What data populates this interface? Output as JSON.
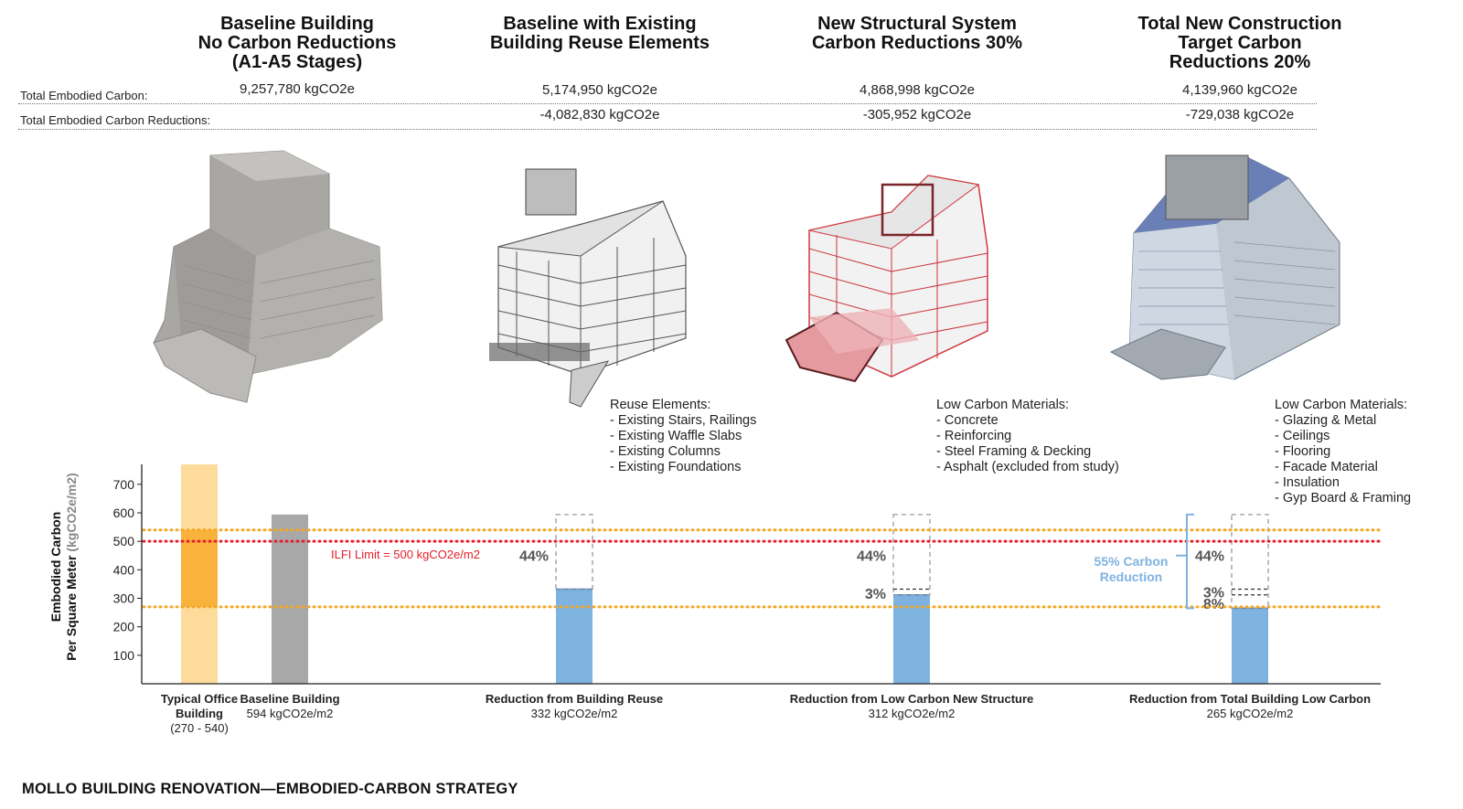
{
  "columns": [
    {
      "title_lines": [
        "Baseline Building",
        "No Carbon Reductions",
        "(A1-A5 Stages)"
      ],
      "total_carbon": "9,257,780 kgCO2e",
      "reduction": ""
    },
    {
      "title_lines": [
        "Baseline with Existing",
        "Building Reuse Elements"
      ],
      "total_carbon": "5,174,950 kgCO2e",
      "reduction": "-4,082,830 kgCO2e"
    },
    {
      "title_lines": [
        "New Structural System",
        "Carbon Reductions 30%"
      ],
      "total_carbon": "4,868,998 kgCO2e",
      "reduction": "-305,952 kgCO2e"
    },
    {
      "title_lines": [
        "Total New Construction",
        "Target Carbon",
        "Reductions 20%"
      ],
      "total_carbon": "4,139,960 kgCO2e",
      "reduction": "-729,038 kgCO2e"
    }
  ],
  "row_labels": {
    "total": "Total Embodied Carbon:",
    "reductions": "Total Embodied Carbon Reductions:"
  },
  "notes": [
    {
      "heading": "Reuse Elements:",
      "items": [
        "- Existing Stairs, Railings",
        "- Existing Waffle Slabs",
        "- Existing Columns",
        "- Existing Foundations"
      ]
    },
    {
      "heading": "Low Carbon Materials:",
      "items": [
        "- Concrete",
        "- Reinforcing",
        "- Steel Framing & Decking",
        "- Asphalt (excluded from study)"
      ]
    },
    {
      "heading": "Low Carbon Materials:",
      "items": [
        "- Glazing & Metal",
        "- Ceilings",
        "- Flooring",
        "- Facade Material",
        "- Insulation",
        "- Gyp Board & Framing"
      ]
    }
  ],
  "buildings": [
    {
      "icon": "baseline-building-massing-icon",
      "fill": "#a9a7a4"
    },
    {
      "icon": "reuse-structure-frame-icon",
      "fill": "#eeeeee"
    },
    {
      "icon": "new-structure-frame-icon",
      "fill": "#e9a9ad"
    },
    {
      "icon": "complete-building-facade-icon",
      "fill": "#8fa0b3"
    }
  ],
  "chart_data": {
    "type": "bar",
    "ylabel": "Embodied Carbon Per Square Meter (kgCO2e/m2)",
    "ylim": [
      0,
      770
    ],
    "yticks": [
      100,
      200,
      300,
      400,
      500,
      600,
      700
    ],
    "reference_lines": [
      {
        "value": 540,
        "color": "#f5a623",
        "style": "dotted"
      },
      {
        "value": 500,
        "color": "#e4202b",
        "style": "dotted",
        "label": "ILFI Limit = 500 kgCO2e/m2"
      },
      {
        "value": 270,
        "color": "#f5a623",
        "style": "dotted"
      }
    ],
    "bars": [
      {
        "label_lines": [
          "Typical Office",
          "Building",
          "(270 - 540)"
        ],
        "type": "range",
        "full_value": 770,
        "range": [
          270,
          540
        ],
        "color_light": "#fddc9b",
        "color_range": "#f9b33d",
        "pct_labels": []
      },
      {
        "label_lines": [
          "Baseline Building",
          "594 kgCO2e/m2"
        ],
        "type": "solid",
        "value": 594,
        "color": "#a8a8a8",
        "pct_labels": []
      },
      {
        "label_lines": [
          "Reduction from Building Reuse",
          "332 kgCO2e/m2"
        ],
        "type": "reduction",
        "value": 332,
        "baseline": 594,
        "color": "#7eb3e0",
        "steps": [],
        "pct_labels": [
          {
            "text": "44%",
            "value": 450
          }
        ]
      },
      {
        "label_lines": [
          "Reduction from Low Carbon New Structure",
          "312 kgCO2e/m2"
        ],
        "type": "reduction",
        "value": 312,
        "baseline": 594,
        "color": "#7eb3e0",
        "steps": [
          332
        ],
        "pct_labels": [
          {
            "text": "44%",
            "value": 450
          },
          {
            "text": "3%",
            "value": 318
          }
        ]
      },
      {
        "label_lines": [
          "Reduction from Total Building Low Carbon",
          "265 kgCO2e/m2"
        ],
        "type": "reduction",
        "value": 265,
        "baseline": 594,
        "color": "#7eb3e0",
        "steps": [
          332,
          312
        ],
        "pct_labels": [
          {
            "text": "44%",
            "value": 450
          },
          {
            "text": "3%",
            "value": 322
          },
          {
            "text": "8%",
            "value": 282
          }
        ]
      }
    ],
    "bracket": {
      "text_lines": [
        "55% Carbon",
        "Reduction"
      ],
      "range": [
        265,
        594
      ],
      "color": "#7eb3e0"
    }
  },
  "footer": "MOLLO BUILDING RENOVATION—EMBODIED-CARBON STRATEGY"
}
